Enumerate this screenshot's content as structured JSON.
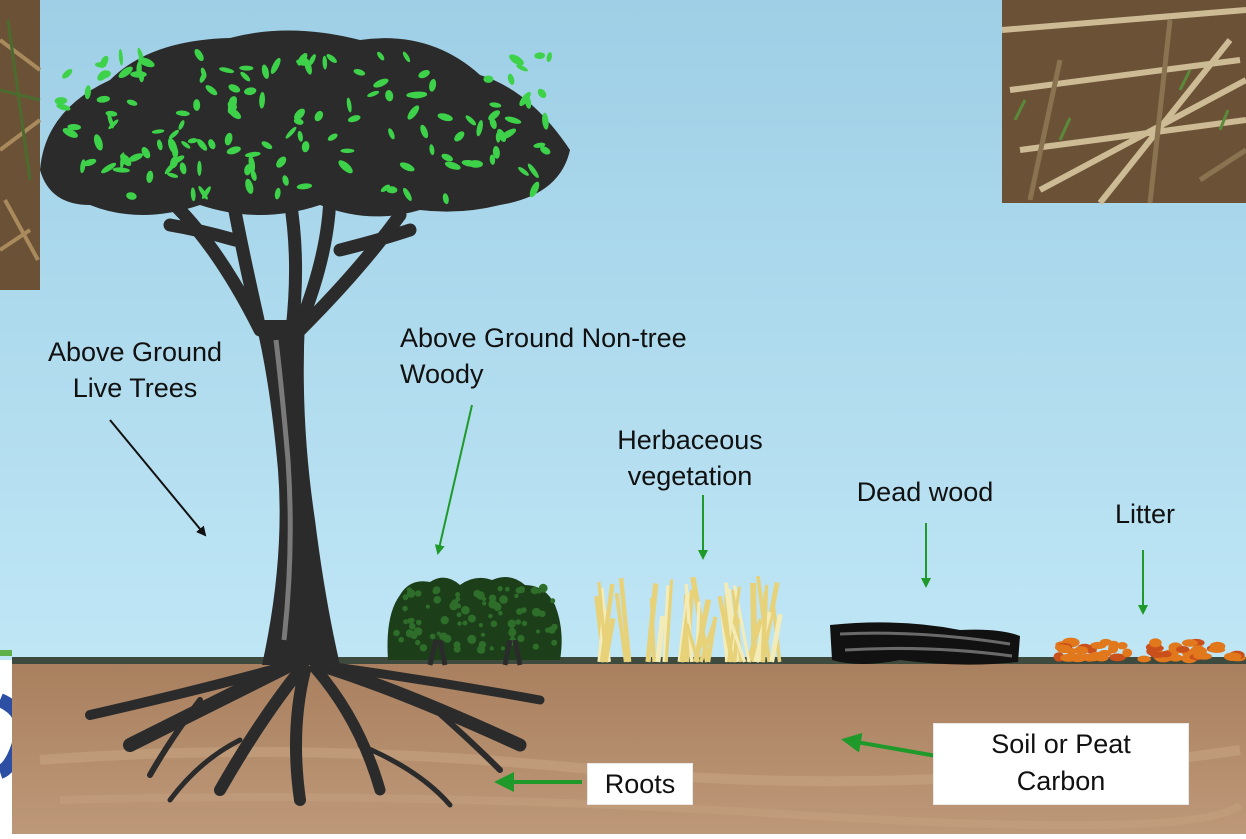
{
  "labels": {
    "live_trees": {
      "line1": "Above Ground",
      "line2": "Live Trees"
    },
    "non_tree": {
      "line1": "Above Ground Non-tree",
      "line2": "Woody"
    },
    "herbaceous": {
      "line1": "Herbaceous",
      "line2": "vegetation"
    },
    "dead_wood": {
      "line1": "Dead wood"
    },
    "litter": {
      "line1": "Litter"
    },
    "roots": {
      "line1": "Roots"
    },
    "soil": {
      "line1": "Soil or Peat",
      "line2": "Carbon"
    }
  },
  "colors": {
    "sky_top": "#9ecfe6",
    "sky_bottom": "#bfe6f5",
    "soil": "#a9805f",
    "soil_light": "#bd9878",
    "ground_line": "#3f4a3f",
    "arrow_green": "#1f9a2a",
    "arrow_black": "#111111",
    "leaf_green": "#3ed24a",
    "trunk": "#2b2b2b",
    "bush_green": "#2e6e2a",
    "litter_orange": "#e2781c",
    "herb_yellow": "#e7d27a",
    "photo_brown": "#6b5236"
  }
}
